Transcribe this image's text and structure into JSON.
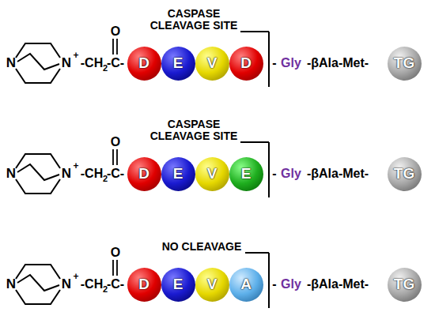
{
  "diagram": {
    "nodes": [
      {
        "text": [
          "D"
        ]
      },
      {
        "text": [
          "E"
        ]
      },
      {
        "text": [
          "V"
        ]
      },
      {
        "text": [
          "D"
        ]
      },
      {
        "text": [
          "TG"
        ]
      },
      {
        "text": [
          "D"
        ]
      },
      {
        "text": [
          "E"
        ]
      },
      {
        "text": [
          "V"
        ]
      },
      {
        "text": [
          "E"
        ]
      },
      {
        "text": [
          "TG"
        ]
      },
      {
        "text": [
          "D"
        ]
      },
      {
        "text": [
          "E"
        ]
      },
      {
        "text": [
          "V"
        ]
      },
      {
        "text": [
          "A"
        ]
      },
      {
        "text": [
          "TG"
        ]
      }
    ],
    "labels": [
      "N",
      "N",
      "+",
      "-CH",
      "2",
      "-C-",
      "O",
      "CASPASE CLEAVAGE SITE",
      "-",
      "Gly",
      "-βAla-Met-",
      "N",
      "N",
      "+",
      "-CH",
      "2",
      "-C-",
      "O",
      "CASPASE CLEAVAGE SITE",
      "-",
      "Gly",
      "-βAla-Met-",
      "N",
      "N",
      "+",
      "-CH",
      "2",
      "-C-",
      "O",
      "NO CLEAVAGE",
      "-",
      "Gly",
      "-βAla-Met-"
    ]
  }
}
